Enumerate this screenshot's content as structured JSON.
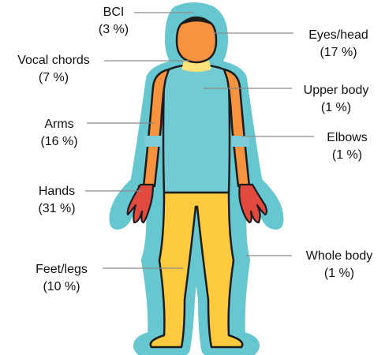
{
  "colors": {
    "outline": "#7ccdd9",
    "whole_body": "#66c7d1",
    "upper_body": "#72cbd3",
    "eyes_head": "#f7923e",
    "arms": "#f7923e",
    "hands": "#e04a3f",
    "feet_legs": "#fdc93f",
    "vocal_chords": "#fde27a",
    "elbows": "#7ccdd9",
    "bci": "#66c7d1",
    "body_line": "#1c1c1c",
    "leader_line": "#8a8a8a"
  },
  "labels": [
    {
      "id": "bci",
      "name": "BCI",
      "percent": "(3 %)"
    },
    {
      "id": "eyes_head",
      "name": "Eyes/head",
      "percent": "(17 %)"
    },
    {
      "id": "vocal_chords",
      "name": "Vocal chords",
      "percent": "(7 %)"
    },
    {
      "id": "upper_body",
      "name": "Upper body",
      "percent": "(1 %)"
    },
    {
      "id": "arms",
      "name": "Arms",
      "percent": "(16 %)"
    },
    {
      "id": "elbows",
      "name": "Elbows",
      "percent": "(1 %)"
    },
    {
      "id": "hands",
      "name": "Hands",
      "percent": "(31 %)"
    },
    {
      "id": "feet_legs",
      "name": "Feet/legs",
      "percent": "(10 %)"
    },
    {
      "id": "whole_body",
      "name": "Whole body",
      "percent": "(1 %)"
    }
  ]
}
